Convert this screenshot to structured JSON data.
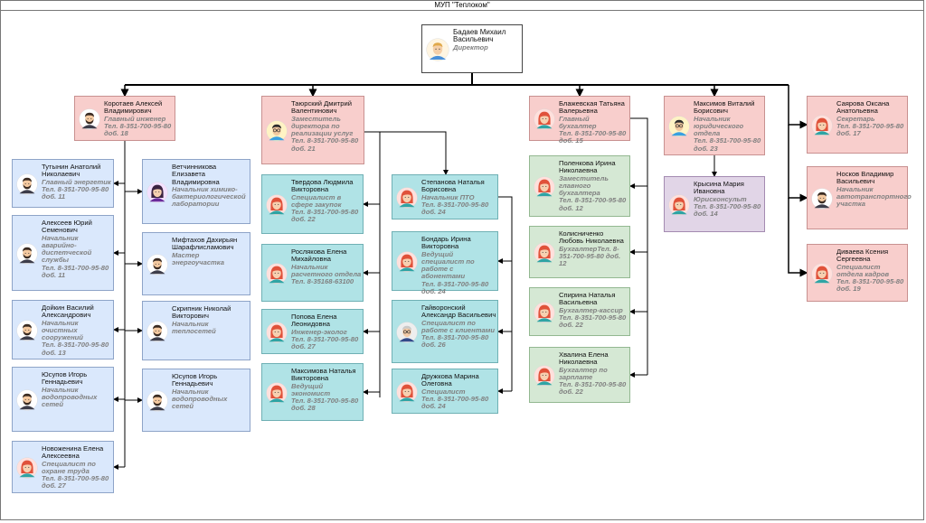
{
  "title": "МУП \"Теплоком\"",
  "colors": {
    "line": "#000000",
    "director": "#ffffff",
    "red": "#f8cecc",
    "blue": "#dae8fc",
    "teal": "#b0e3e6",
    "green": "#d5e8d4",
    "purple": "#e1d5e7"
  },
  "cards": [
    {
      "id": "badaev",
      "color": "white",
      "avatar": "man-blond-icon",
      "name": "Бадаев Михаил Васильевич",
      "position": "Директор",
      "phone": ""
    },
    {
      "id": "korotaev",
      "color": "red",
      "avatar": "man-beard-icon",
      "name": "Коротаев Алексей Владимирович",
      "position": "Главный инженер",
      "phone": "Тел. 8-351-700-95-80 доб. 18"
    },
    {
      "id": "taursky",
      "color": "red",
      "avatar": "man-glasses-icon",
      "name": "Таюрский Дмитрий Валентинович",
      "position": "Заместитель директора по реализации услуг",
      "phone": "Тел. 8-351-700-95-80 доб. 21"
    },
    {
      "id": "blazh",
      "color": "red",
      "avatar": "woman-red-icon",
      "name": "Блажевская Татьяна Валерьевна",
      "position": "Главный бухгалтер",
      "phone": "Тел. 8-351-700-95-80 доб. 15"
    },
    {
      "id": "maksimov",
      "color": "red",
      "avatar": "man-glasses-icon",
      "name": "Максимов Виталий Борисович",
      "position": "Начальник юридического отдела",
      "phone": "Тел. 8-351-700-95-80 доб. 23"
    },
    {
      "id": "sayarova",
      "color": "red",
      "avatar": "woman-red-icon",
      "name": "Саярова Оксана Анатольевна",
      "position": "Секретарь",
      "phone": "Тел. 8-351-700-95-80 доб. 17"
    },
    {
      "id": "nosov",
      "color": "red",
      "avatar": "man-beard-icon",
      "name": "Носков Владимир Васильевич",
      "position": "Начальник автотранспортного участка",
      "phone": ""
    },
    {
      "id": "divaeva",
      "color": "red",
      "avatar": "woman-red-icon",
      "name": "Диваева Ксения Сергеевна",
      "position": "Специалист отдела кадров",
      "phone": "Тел. 8-351-700-95-80 доб. 19"
    },
    {
      "id": "tutynin",
      "color": "blue",
      "avatar": "man-beard-icon",
      "name": "Тутынин Анатолий Николаевич",
      "position": "Главный энергетик",
      "phone": "Тел. 8-351-700-95-80 доб. 11"
    },
    {
      "id": "alekseev",
      "color": "blue",
      "avatar": "man-beard-icon",
      "name": "Алексеев Юрий Семенович",
      "position": "Начальник аварийно-диспетческой службы",
      "phone": "Тел. 8-351-700-95-80 доб. 11"
    },
    {
      "id": "doykin",
      "color": "blue",
      "avatar": "man-beard-icon",
      "name": "Дойкин Василий Александрович",
      "position": "Начальник очистных сооружений",
      "phone": "Тел. 8-351-700-95-80 доб. 13"
    },
    {
      "id": "yusupov1",
      "color": "blue",
      "avatar": "man-beard-icon",
      "name": "Юсупов Игорь Геннадьевич",
      "position": "Начальник водопроводных сетей",
      "phone": ""
    },
    {
      "id": "novozh",
      "color": "blue",
      "avatar": "woman-red-icon",
      "name": "Новоженина Елена Алексеевна",
      "position": "Специалист по охране труда",
      "phone": "Тел. 8-351-700-95-80 доб. 27"
    },
    {
      "id": "vetchin",
      "color": "blue",
      "avatar": "woman-dark-icon",
      "name": "Ветчинникова Елизавета Владимировна",
      "position": "Начальник химико-бактериологической лаборатории",
      "phone": ""
    },
    {
      "id": "miftakhov",
      "color": "blue",
      "avatar": "man-beard-icon",
      "name": "Мифтахов Дахирьян Шарафлисламович",
      "position": "Мастер энергоучастка",
      "phone": ""
    },
    {
      "id": "skripnik",
      "color": "blue",
      "avatar": "man-beard-icon",
      "name": "Скрипник Николай Викторович",
      "position": "Начальник теплосетей",
      "phone": ""
    },
    {
      "id": "yusupov2",
      "color": "blue",
      "avatar": "man-beard-icon",
      "name": "Юсупов Игорь Геннадьевич",
      "position": "Начальник водопроводных сетей",
      "phone": ""
    },
    {
      "id": "tverdova",
      "color": "teal",
      "avatar": "woman-red-icon",
      "name": "Твердова Людмила Викторовна",
      "position": "Специалист в сфере закупок",
      "phone": "Тел. 8-351-700-95-80 доб. 22"
    },
    {
      "id": "roslyakova",
      "color": "teal",
      "avatar": "woman-red-icon",
      "name": "Рослякова Елена Михайловна",
      "position": "Начальник расчетного отдела",
      "phone": "Тел. 8-35168-63100"
    },
    {
      "id": "popova",
      "color": "teal",
      "avatar": "woman-red-icon",
      "name": "Попова Елена Леонидовна",
      "position": "Инженер-эколог",
      "phone": "Тел. 8-351-700-95-80 доб. 27"
    },
    {
      "id": "maksimova",
      "color": "teal",
      "avatar": "woman-red-icon",
      "name": "Максимова Наталья Викторовна",
      "position": "Ведущий экономист",
      "phone": "Тел. 8-351-700-95-80 доб. 28"
    },
    {
      "id": "stepanova",
      "color": "teal",
      "avatar": "woman-red-icon",
      "name": "Степанова Наталья Борисовна",
      "position": "Начальник ПТО",
      "phone": "Тел. 8-351-700-95-80 доб. 24"
    },
    {
      "id": "bondar",
      "color": "teal",
      "avatar": "woman-red-icon",
      "name": "Бондарь Ирина Викторовна",
      "position": "Ведущий специалист по работе с абонентами",
      "phone": "Тел. 8-351-700-95-80 доб. 24"
    },
    {
      "id": "gayvoronsky",
      "color": "teal",
      "avatar": "man-old-icon",
      "name": "Гайворонский Александр Васильевич",
      "position": "Специалист по работе с клиентами",
      "phone": "Тел. 8-351-700-95-80 доб. 26"
    },
    {
      "id": "druzhkova",
      "color": "teal",
      "avatar": "woman-red-icon",
      "name": "Дружкова Марина Олеговна",
      "position": "Специалист",
      "phone": "Тел. 8-351-700-95-80 доб. 24"
    },
    {
      "id": "polenkova",
      "color": "green",
      "avatar": "woman-red-icon",
      "name": "Поленкова Ирина Николаевна",
      "position": "Заместитель главного бухгалтера",
      "phone": "Тел. 8-351-700-95-80 доб. 12"
    },
    {
      "id": "kolisnichenko",
      "color": "green",
      "avatar": "woman-red-icon",
      "name": "Колисниченко Любовь Николаевна",
      "position": "БухгалтерТел. 8-351-700-95-80 доб. 12",
      "phone": ""
    },
    {
      "id": "spirina",
      "color": "green",
      "avatar": "woman-red-icon",
      "name": "Спирина Наталья Васильевна",
      "position": "Бухгалтер-кассир",
      "phone": "Тел. 8-351-700-95-80 доб. 22"
    },
    {
      "id": "khvalina",
      "color": "green",
      "avatar": "woman-red-icon",
      "name": "Хвалина Елена Николаевна",
      "position": "Бухгалтер по зарплате",
      "phone": "Тел. 8-351-700-95-80 доб. 22"
    },
    {
      "id": "krysina",
      "color": "purple",
      "avatar": "woman-red-icon",
      "name": "Крысина Мария Ивановна",
      "position": "Юрисконсульт",
      "phone": "Тел. 8-351-700-95-80 доб. 14"
    }
  ]
}
